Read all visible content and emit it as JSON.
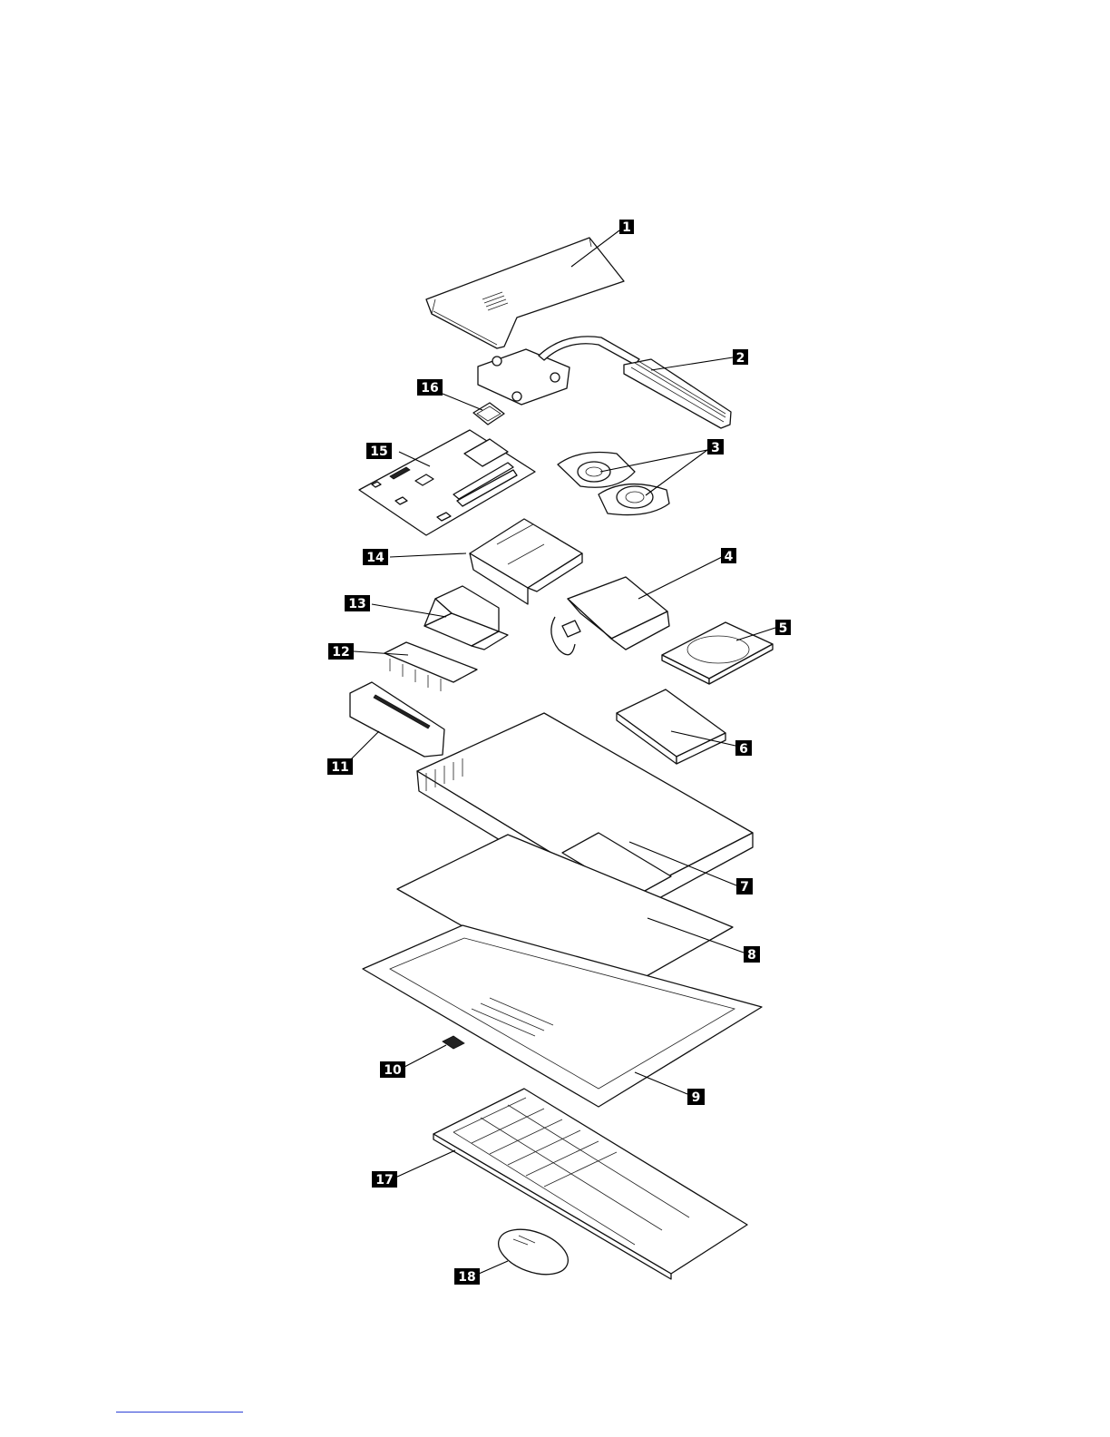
{
  "callouts": [
    {
      "id": "1",
      "label": "1"
    },
    {
      "id": "2",
      "label": "2"
    },
    {
      "id": "3",
      "label": "3"
    },
    {
      "id": "4",
      "label": "4"
    },
    {
      "id": "5",
      "label": "5"
    },
    {
      "id": "6",
      "label": "6"
    },
    {
      "id": "7",
      "label": "7"
    },
    {
      "id": "8",
      "label": "8"
    },
    {
      "id": "9",
      "label": "9"
    },
    {
      "id": "10",
      "label": "10"
    },
    {
      "id": "11",
      "label": "11"
    },
    {
      "id": "12",
      "label": "12"
    },
    {
      "id": "13",
      "label": "13"
    },
    {
      "id": "14",
      "label": "14"
    },
    {
      "id": "15",
      "label": "15"
    },
    {
      "id": "16",
      "label": "16"
    },
    {
      "id": "17",
      "label": "17"
    },
    {
      "id": "18",
      "label": "18"
    }
  ],
  "colors": {
    "ink": "#111111",
    "callout_bg": "#000000",
    "callout_fg": "#ffffff",
    "footer_rule": "#2b3fd6"
  }
}
